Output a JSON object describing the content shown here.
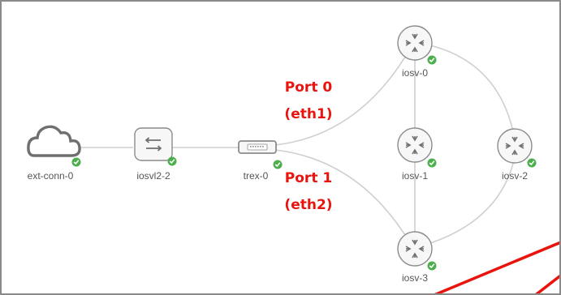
{
  "colors": {
    "link": "#cfcfcf",
    "node_border": "#8c8c8c",
    "node_fill": "#f7f7f7",
    "status_ok": "#4cae4c",
    "annotation": "#e8140d",
    "frame": "#8a8a8a"
  },
  "nodes": [
    {
      "id": "ext-conn-0",
      "label": "ext-conn-0",
      "kind": "cloud",
      "icon": "cloud-icon"
    },
    {
      "id": "iosvl2-2",
      "label": "iosvl2-2",
      "kind": "switch",
      "icon": "switch-arrows-icon"
    },
    {
      "id": "trex-0",
      "label": "trex-0",
      "kind": "server",
      "icon": "server-icon"
    },
    {
      "id": "iosv-0",
      "label": "iosv-0",
      "kind": "router",
      "icon": "router-arrows-icon"
    },
    {
      "id": "iosv-1",
      "label": "iosv-1",
      "kind": "router",
      "icon": "router-arrows-icon"
    },
    {
      "id": "iosv-2",
      "label": "iosv-2",
      "kind": "router",
      "icon": "router-arrows-icon"
    },
    {
      "id": "iosv-3",
      "label": "iosv-3",
      "kind": "router",
      "icon": "router-arrows-icon"
    }
  ],
  "links": [
    [
      "ext-conn-0",
      "iosvl2-2"
    ],
    [
      "iosvl2-2",
      "trex-0"
    ],
    [
      "trex-0",
      "iosv-0"
    ],
    [
      "trex-0",
      "iosv-3"
    ],
    [
      "iosv-0",
      "iosv-1"
    ],
    [
      "iosv-1",
      "iosv-3"
    ],
    [
      "iosv-0",
      "iosv-2"
    ],
    [
      "iosv-2",
      "iosv-3"
    ]
  ],
  "annotations": {
    "port0": "Port 0",
    "port0_if": "(eth1)",
    "port1": "Port 1",
    "port1_if": "(eth2)"
  }
}
